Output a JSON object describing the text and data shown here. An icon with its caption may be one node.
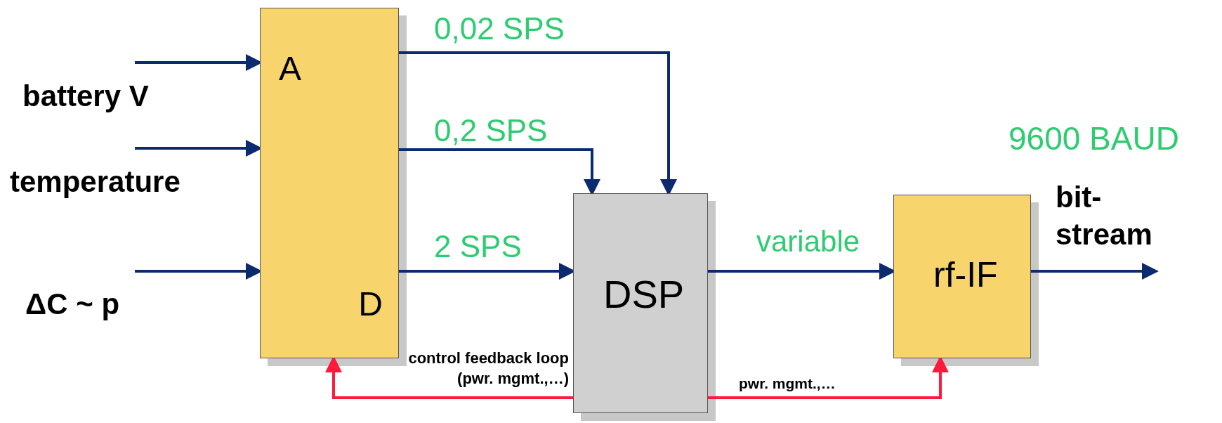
{
  "diagram": {
    "nodes": [
      {
        "text": [
          "A",
          "D"
        ]
      },
      {
        "text": [
          "DSP"
        ]
      },
      {
        "text": [
          "rf-IF"
        ]
      }
    ],
    "edges": [
      {
        "from": null,
        "to": 0,
        "arrow": "to"
      },
      {
        "from": null,
        "to": 0,
        "arrow": "to"
      },
      {
        "from": null,
        "to": 0,
        "arrow": "to"
      },
      {
        "from": 0,
        "to": 1,
        "arrow": "to",
        "label": "0,02 SPS"
      },
      {
        "from": 0,
        "to": 1,
        "arrow": "to",
        "label": "0,2 SPS"
      },
      {
        "from": 0,
        "to": 1,
        "arrow": "to",
        "label": "2 SPS"
      },
      {
        "from": 1,
        "to": 2,
        "arrow": "to",
        "label": "variable"
      },
      {
        "from": 2,
        "to": null,
        "arrow": "to"
      },
      {
        "from": 1,
        "to": 0,
        "arrow": "to",
        "label": "control feedback loop (pwr. mgmt.,…)",
        "color": "#ff1a3c"
      },
      {
        "from": 1,
        "to": 2,
        "arrow": "to",
        "label": "pwr. mgmt.,…",
        "color": "#ff1a3c"
      }
    ],
    "labels": [
      "battery V",
      "temperature",
      "ΔC ~ p",
      "9600 BAUD",
      "bit-stream"
    ]
  }
}
